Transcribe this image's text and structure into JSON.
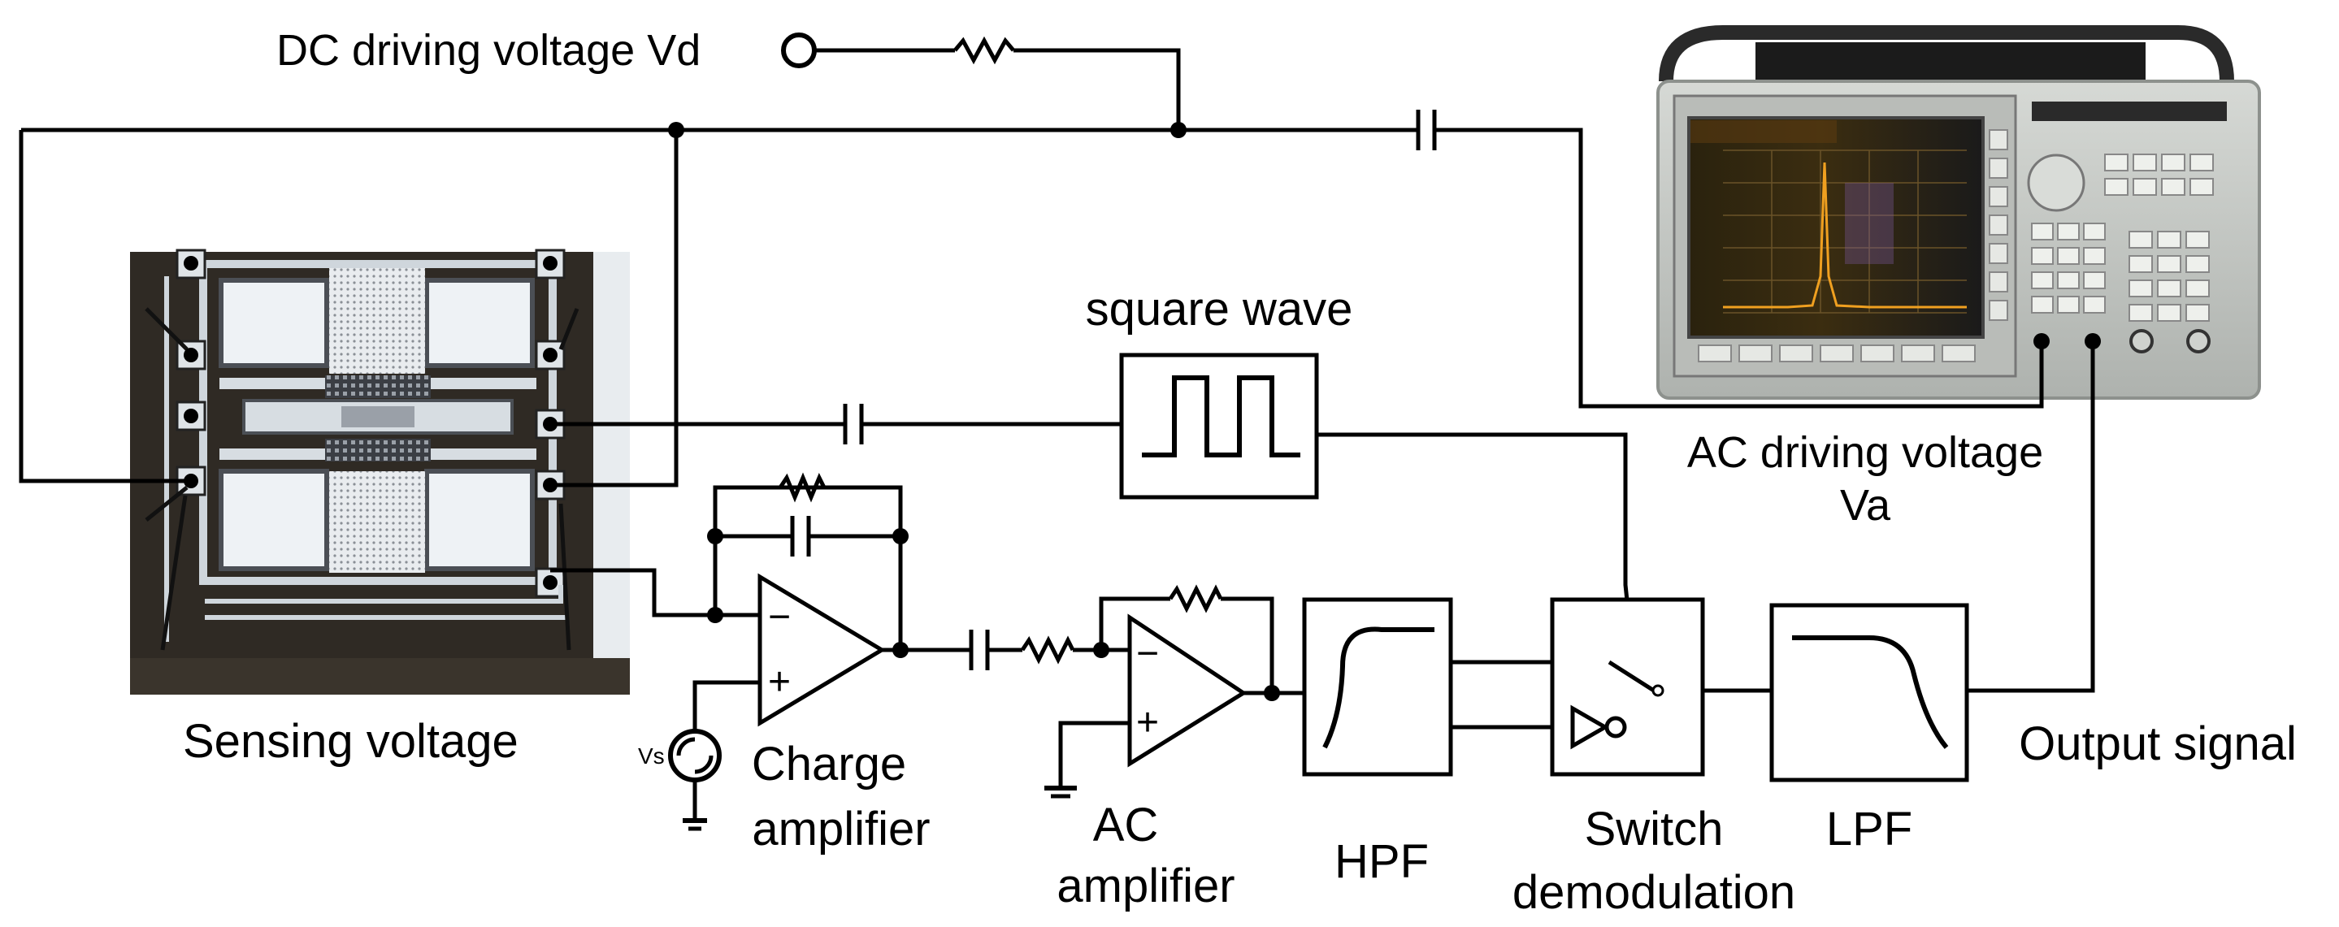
{
  "labels": {
    "dc_driving_voltage": "DC driving voltage Vd",
    "square_wave": "square wave",
    "ac_driving_voltage_line1": "AC driving voltage",
    "ac_driving_voltage_line2": "Va",
    "sensing_voltage": "Sensing voltage",
    "vs": "Vs",
    "charge_amplifier_line1": "Charge",
    "charge_amplifier_line2": "amplifier",
    "ac_amplifier_line1": "AC",
    "ac_amplifier_line2": "amplifier",
    "hpf": "HPF",
    "switch_demod_line1": "Switch",
    "switch_demod_line2": "demodulation",
    "lpf": "LPF",
    "output_signal": "Output signal",
    "opamp_minus": "−",
    "opamp_plus": "+"
  },
  "colors": {
    "line": "#000000",
    "background": "#ffffff",
    "chip_photo_base": "#2f2a24",
    "instrument_body": "#c9ccc8",
    "instrument_screen": "#1e1a10",
    "instrument_trace": "#f0a020"
  },
  "images": {
    "mems_chip_photo": "microscope-photo-of-mems-sensor",
    "spectrum_analyzer_photo": "spectrum-analyzer-instrument"
  }
}
